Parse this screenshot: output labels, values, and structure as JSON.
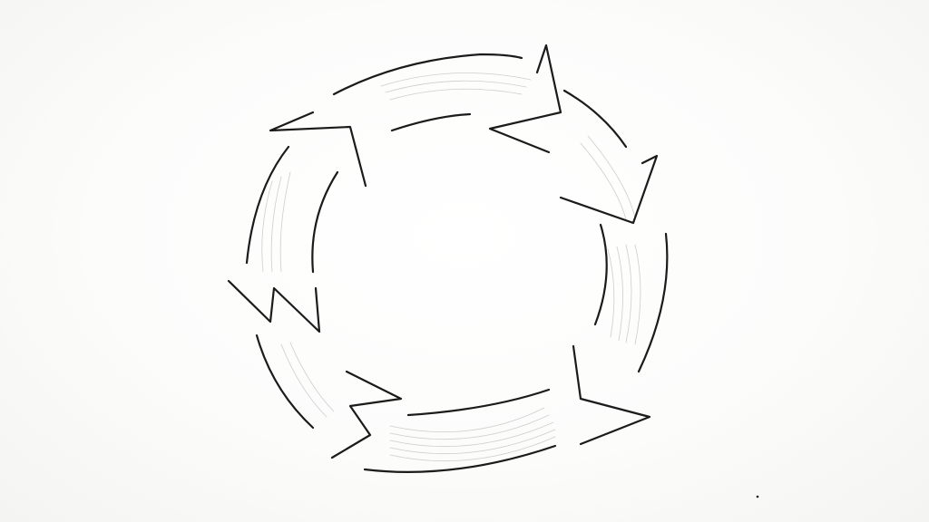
{
  "diagram": {
    "type": "cycle",
    "segment_count": 6,
    "direction": "clockwise",
    "style": "hand-drawn ink sketch",
    "colors": {
      "paper": "#fbfbfa",
      "ink": "#1c1a1a",
      "shading": "#c9c4c0"
    }
  }
}
